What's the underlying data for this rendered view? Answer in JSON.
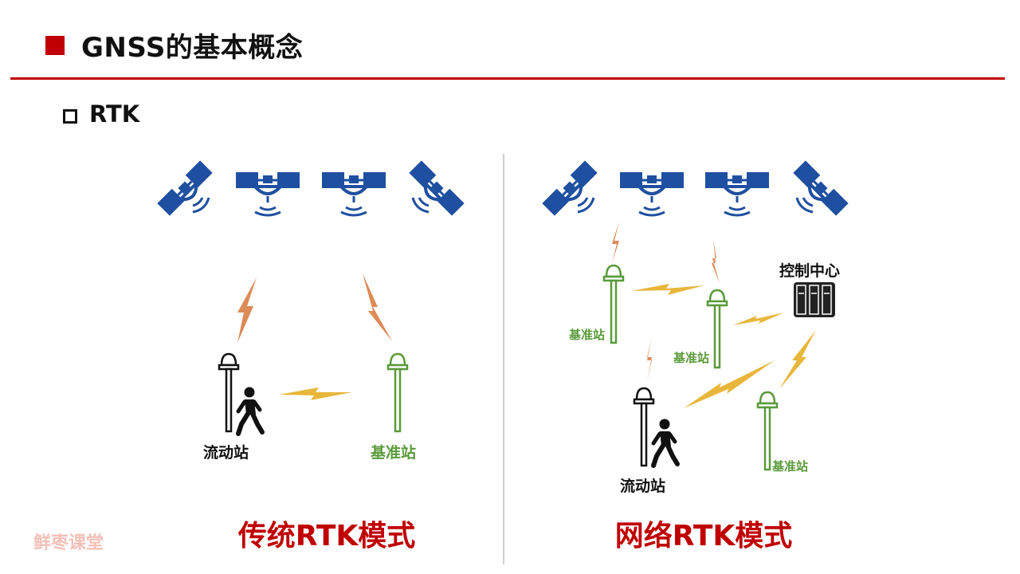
{
  "header": {
    "title": "GNSS的基本概念"
  },
  "section": {
    "label": "RTK"
  },
  "left_panel": {
    "mode_title": "传统RTK模式",
    "rover_label": "流动站",
    "base_label": "基准站"
  },
  "right_panel": {
    "mode_title": "网络RTK模式",
    "control_center_label": "控制中心",
    "base_labels": [
      "基准站",
      "基准站",
      "基准站"
    ],
    "rover_label": "流动站"
  },
  "watermark": "鲜枣课堂",
  "colors": {
    "accent": "#c00000",
    "satellite": "#1f4fa0",
    "base_station": "#5a9a3a",
    "signal_orange": "#dc8a56",
    "signal_yellow": "#e8b63a"
  }
}
